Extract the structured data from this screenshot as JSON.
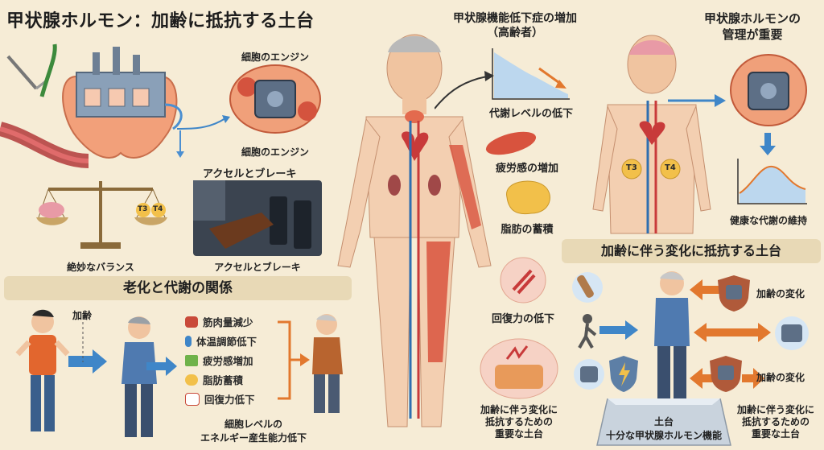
{
  "title": "甲状腺ホルモン：加齢に抵抗する土台",
  "left": {
    "engine_top": "細胞のエンジン",
    "engine_bottom": "細胞のエンジン",
    "pedal_heading": "アクセルとブレーキ",
    "pedal_caption": "アクセルとブレーキ",
    "balance_caption": "絶妙なバランス",
    "balance_left": "T3",
    "balance_right": "T4",
    "aging_banner": "老化と代謝の関係",
    "aging_label": "加齢",
    "effects": [
      "筋肉量減少",
      "体温調節低下",
      "疲労感増加",
      "脂肪蓄積",
      "回復力低下"
    ],
    "effects_caption_1": "細胞レベルの",
    "effects_caption_2": "エネルギー産生能力低下"
  },
  "center": {
    "heading_1": "甲状腺機能低下症の増加",
    "heading_2": "（高齢者）",
    "metabolism": "代謝レベルの低下",
    "fatigue": "疲労感の増加",
    "fat": "脂肪の蓄積",
    "recovery": "回復力の低下",
    "foundation_1": "加齢に伴う変化に",
    "foundation_2": "抵抗するための",
    "foundation_3": "重要な土台"
  },
  "right": {
    "heading_1": "甲状腺ホルモンの",
    "heading_2": "管理が重要",
    "t3": "T3",
    "t4": "T4",
    "healthy": "健康な代謝の維持",
    "banner": "加齢に伴う変化に抵抗する土台",
    "change_1": "加齢の変化",
    "change_2": "加齢の変化",
    "pedestal_1": "土台",
    "pedestal_2": "十分な甲状腺ホルモン機能",
    "foot_1": "加齢に伴う変化に",
    "foot_2": "抵抗するための",
    "foot_3": "重要な土台"
  },
  "colors": {
    "background": "#f6ecd6",
    "arrow_blue": "#3f86c8",
    "arrow_orange": "#e2782e",
    "chart_blue": "#bcd7ee",
    "skin": "#f0c4a0"
  }
}
